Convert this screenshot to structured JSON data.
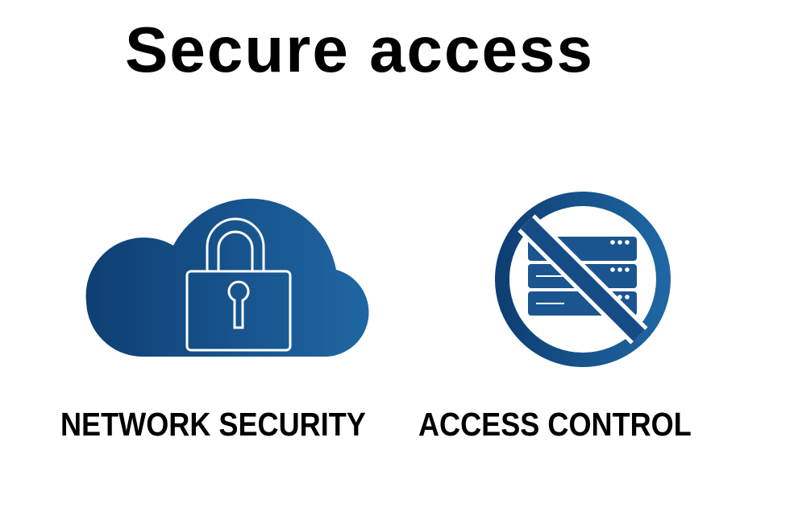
{
  "title": "Secure access",
  "features": [
    {
      "label": "NETWORK SECURITY",
      "icon": "cloud-lock-icon"
    },
    {
      "label": "ACCESS CONTROL",
      "icon": "no-server-icon"
    }
  ],
  "colors": {
    "brand_dark": "#0e3f73",
    "brand_light": "#1f66a3",
    "text": "#000000",
    "background": "#ffffff"
  }
}
